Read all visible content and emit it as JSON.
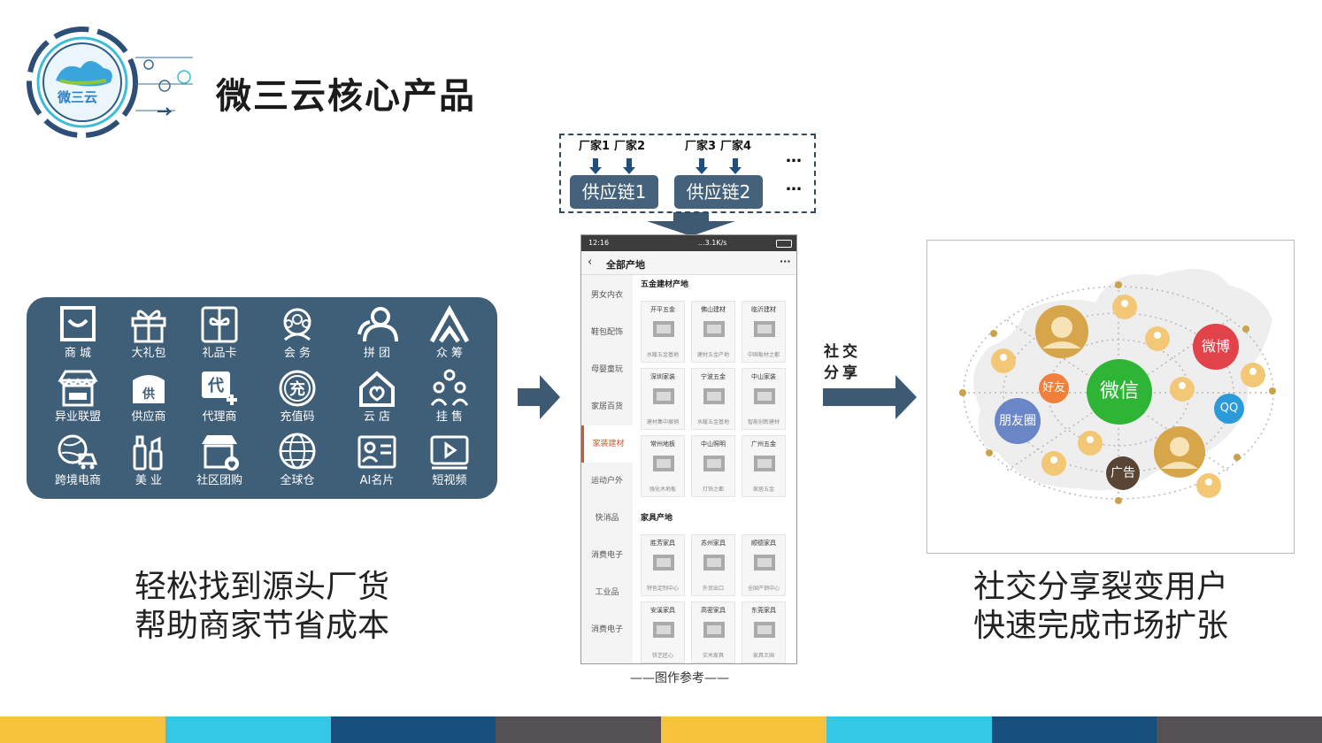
{
  "brand": {
    "logo_text": "微三云"
  },
  "title": "微三云核心产品",
  "features": [
    {
      "label": "商 城",
      "icon": "shopping-bag-icon"
    },
    {
      "label": "大礼包",
      "icon": "gift-box-icon"
    },
    {
      "label": "礼品卡",
      "icon": "gift-card-icon"
    },
    {
      "label": "会 务",
      "icon": "meeting-group-icon"
    },
    {
      "label": "拼 团",
      "icon": "group-buy-icon"
    },
    {
      "label": "众 筹",
      "icon": "crowdfunding-icon"
    },
    {
      "label": "异业联盟",
      "icon": "storefront-icon"
    },
    {
      "label": "供应商",
      "icon": "supplier-icon"
    },
    {
      "label": "代理商",
      "icon": "agent-icon"
    },
    {
      "label": "充值码",
      "icon": "recharge-code-icon"
    },
    {
      "label": "云 店",
      "icon": "cloud-store-icon"
    },
    {
      "label": "挂 售",
      "icon": "consignment-icon"
    },
    {
      "label": "跨境电商",
      "icon": "cross-border-icon"
    },
    {
      "label": "美 业",
      "icon": "beauty-icon"
    },
    {
      "label": "社区团购",
      "icon": "community-group-buy-icon"
    },
    {
      "label": "全球仓",
      "icon": "global-warehouse-icon"
    },
    {
      "label": "AI名片",
      "icon": "ai-card-icon"
    },
    {
      "label": "短视频",
      "icon": "short-video-icon"
    }
  ],
  "left_caption": {
    "line1": "轻松找到源头厂货",
    "line2": "帮助商家节省成本"
  },
  "supply": {
    "factories": [
      "厂家1",
      "厂家2",
      "厂家3",
      "厂家4"
    ],
    "chains": [
      "供应链1",
      "供应链2"
    ],
    "more": "…"
  },
  "phone": {
    "time": "12:16",
    "status_info": "...3.1K/s",
    "nav_title": "全部产地",
    "nav_more": "···",
    "sidebar": [
      "男女内衣",
      "鞋包配饰",
      "母婴童玩",
      "家居百货",
      "家装建材",
      "运动户外",
      "快消品",
      "消费电子",
      "工业品",
      "消费电子"
    ],
    "active_index": 4,
    "sections": [
      {
        "title": "五金建材产地",
        "items": [
          {
            "name": "开平五金",
            "sub": "水暖五金基地"
          },
          {
            "name": "佛山建材",
            "sub": "建材五金产地"
          },
          {
            "name": "临沂建材",
            "sub": "中国板材之都"
          },
          {
            "name": "深圳家装",
            "sub": "建材集中展销"
          },
          {
            "name": "宁波五金",
            "sub": "水暖五金基地"
          },
          {
            "name": "中山家装",
            "sub": "智能创新建材"
          },
          {
            "name": "常州地板",
            "sub": "强化木地板"
          },
          {
            "name": "中山照明",
            "sub": "灯饰之都"
          },
          {
            "name": "广州五金",
            "sub": "家居五金"
          }
        ]
      },
      {
        "title": "家具产地",
        "items": [
          {
            "name": "胜芳家具",
            "sub": "特色定制中心"
          },
          {
            "name": "苏州家具",
            "sub": "外贸出口"
          },
          {
            "name": "顺德家具",
            "sub": "全国产销中心"
          },
          {
            "name": "安溪家具",
            "sub": "铁艺匠心"
          },
          {
            "name": "高密家具",
            "sub": "实木家具"
          },
          {
            "name": "东莞家具",
            "sub": "家具王国"
          }
        ]
      }
    ]
  },
  "figure_ref": "——图作参考——",
  "social_label": {
    "line1": "社交",
    "line2": "分享"
  },
  "network": {
    "center": "微信",
    "nodes": [
      "微博",
      "好友",
      "QQ",
      "朋友圈",
      "广告"
    ]
  },
  "right_caption": {
    "line1": "社交分享裂变用户",
    "line2": "快速完成市场扩张"
  },
  "colors": {
    "panel": "#3f5e78",
    "arrow": "#3e5a73",
    "wechat": "#2fb535",
    "weibo": "#e2434b",
    "qq": "#2a9bd8",
    "friends": "#f0803c",
    "moments": "#6a86c7",
    "ad": "#5a4535",
    "avatar_gold": "#d7a54a",
    "footer": [
      "#f7c23d",
      "#35c8e6",
      "#164f7d",
      "#555055",
      "#f7c23d",
      "#35c8e6",
      "#164f7d",
      "#555055"
    ]
  }
}
